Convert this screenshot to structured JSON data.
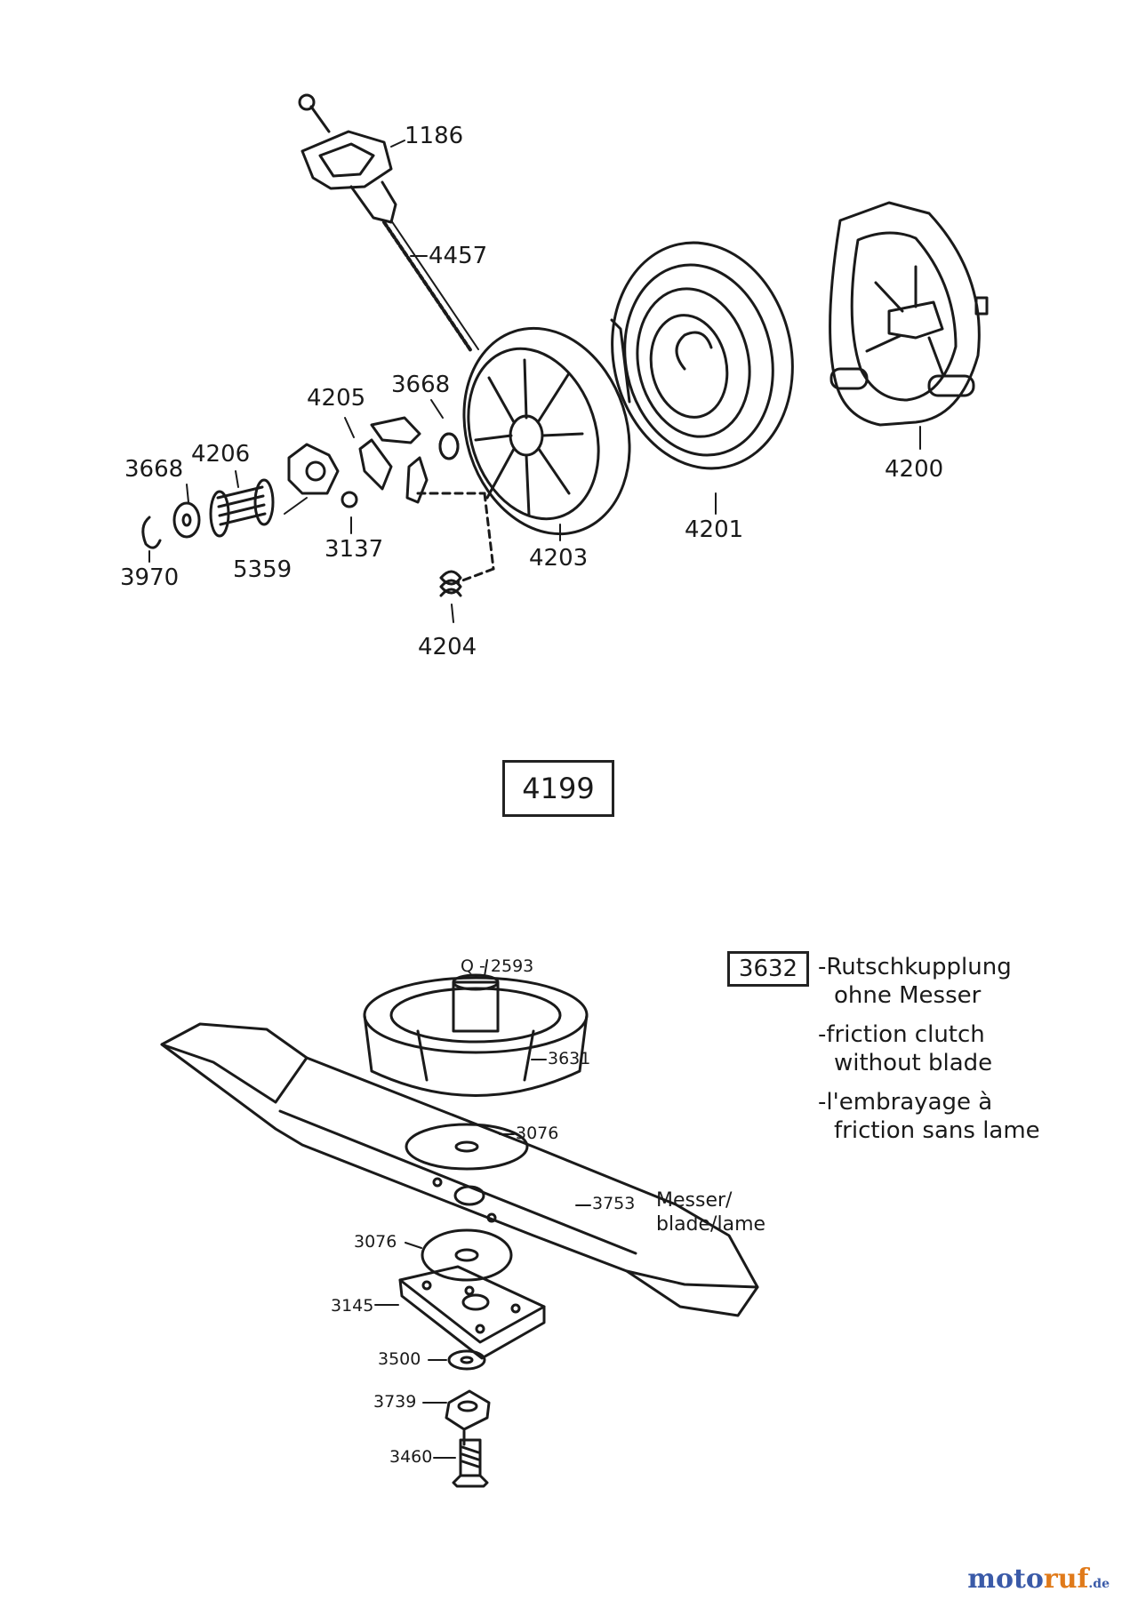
{
  "upper_assembly": {
    "labels": {
      "p1186": "1186",
      "p4457": "4457",
      "p4200": "4200",
      "p4201": "4201",
      "p4203": "4203",
      "p4204": "4204",
      "p4205": "4205",
      "p3668a": "3668",
      "p3668b": "3668",
      "p4206": "4206",
      "p3970": "3970",
      "p5359": "5359",
      "p3137": "3137"
    },
    "assembly_number": "4199"
  },
  "lower_assembly": {
    "labels": {
      "p2593": "Q - 2593",
      "p3631": "3631",
      "p3076a": "3076",
      "p3753": "3753",
      "p3076b": "3076",
      "p3145": "3145",
      "p3500": "3500",
      "p3739": "3739",
      "p3460": "3460"
    },
    "blade_text": [
      "Messer/",
      "blade/lame"
    ],
    "kit_number": "3632",
    "kit_description": [
      "-Rutschkupplung",
      "ohne Messer",
      "-friction clutch",
      "without blade",
      "-l'embrayage à",
      "friction sans lame"
    ]
  },
  "watermark": {
    "part1": "moto",
    "part2": "ruf",
    "part3": ".de"
  },
  "colors": {
    "ink": "#1a1a1a",
    "watermark_blue": "#3a5aa8",
    "watermark_orange": "#e07a1a"
  }
}
